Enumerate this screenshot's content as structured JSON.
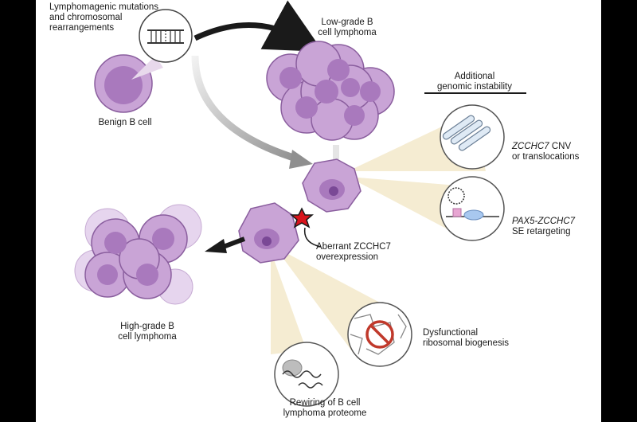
{
  "labels": {
    "mutations": "Lymphomagenic mutations\nand chromosomal\nrearrangements",
    "benign": "Benign B cell",
    "low_grade": "Low-grade B\ncell lymphoma",
    "instability": "Additional\ngenomic instability",
    "cnv_gene": "ZCCHC7",
    "cnv_rest": " CNV",
    "cnv_line2": "or translocations",
    "pax5_gene": "PAX5-ZCCHC7",
    "pax5_line2": "SE retargeting",
    "aberrant": "Aberrant ZCCHC7\noverexpression",
    "high_grade": "High-grade B\ncell lymphoma",
    "dysfunctional": "Dysfunctional\nribosomal biogenesis",
    "rewiring": "Rewiring of B cell\nlymphoma proteome"
  },
  "colors": {
    "cell_fill": "#c9a4d6",
    "cell_stroke": "#8a5e9e",
    "nucleus": "#a979bd",
    "beam": "#f5ecd2",
    "black_arrow": "#1a1a1a",
    "gray_arrow": "#bdbdbd",
    "red_star": "#d9141c",
    "no_sign": "#c0392b"
  }
}
